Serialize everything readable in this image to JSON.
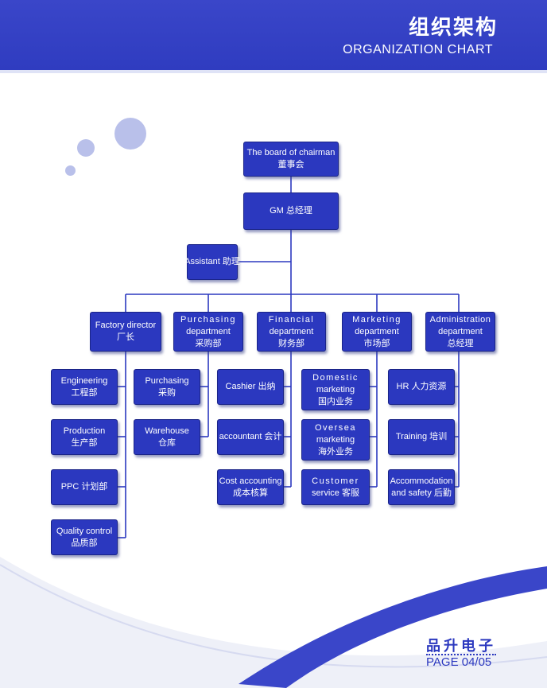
{
  "header": {
    "title_cn": "组织架构",
    "title_en": "ORGANIZATION CHART"
  },
  "colors": {
    "brand_blue": "#2b38bf",
    "header_blue": "#3a46c9",
    "decor_circle": "#b9c0ea"
  },
  "chart": {
    "board": {
      "en": "The board of chairman",
      "cn": "董事会"
    },
    "gm": {
      "en": "GM",
      "cn": "总经理"
    },
    "assistant": {
      "en": "Assistant",
      "cn": "助理"
    },
    "departments": [
      {
        "en1": "Factory director",
        "en2": "",
        "cn": "厂长"
      },
      {
        "en1": "Purchasing",
        "en2": "department",
        "cn": "采购部"
      },
      {
        "en1": "Financial",
        "en2": "department",
        "cn": "财务部"
      },
      {
        "en1": "Marketing",
        "en2": "department",
        "cn": "市场部"
      },
      {
        "en1": "Administration",
        "en2": "department",
        "cn": "总经理"
      }
    ],
    "factory_units": [
      {
        "en": "Engineering",
        "cn": "工程部"
      },
      {
        "en": "Production",
        "cn": "生产部"
      },
      {
        "en": "PPC",
        "cn": "计划部"
      },
      {
        "en": "Quality control",
        "cn": "品质部"
      }
    ],
    "purchasing_units": [
      {
        "en": "Purchasing",
        "cn": "采购"
      },
      {
        "en": "Warehouse",
        "cn": "仓库"
      }
    ],
    "financial_units": [
      {
        "en": "Cashier",
        "cn": "出纳"
      },
      {
        "en": "accountant",
        "cn": "会计"
      },
      {
        "en": "Cost accounting",
        "cn": "成本核算"
      }
    ],
    "marketing_units": [
      {
        "en1": "Domestic",
        "en2": "marketing",
        "cn": "国内业务"
      },
      {
        "en1": "Oversea",
        "en2": "marketing",
        "cn": "海外业务"
      },
      {
        "en1": "Customer",
        "en2": "service",
        "cn": "客服"
      }
    ],
    "admin_units": [
      {
        "en1": "HR",
        "en2": "",
        "cn": "人力资源"
      },
      {
        "en1": "Training",
        "en2": "",
        "cn": "培训"
      },
      {
        "en1": "Accommodation",
        "en2": "and safety",
        "cn": "后勤"
      }
    ]
  },
  "footer": {
    "brand": "品升电子",
    "page": "PAGE 04/05"
  }
}
